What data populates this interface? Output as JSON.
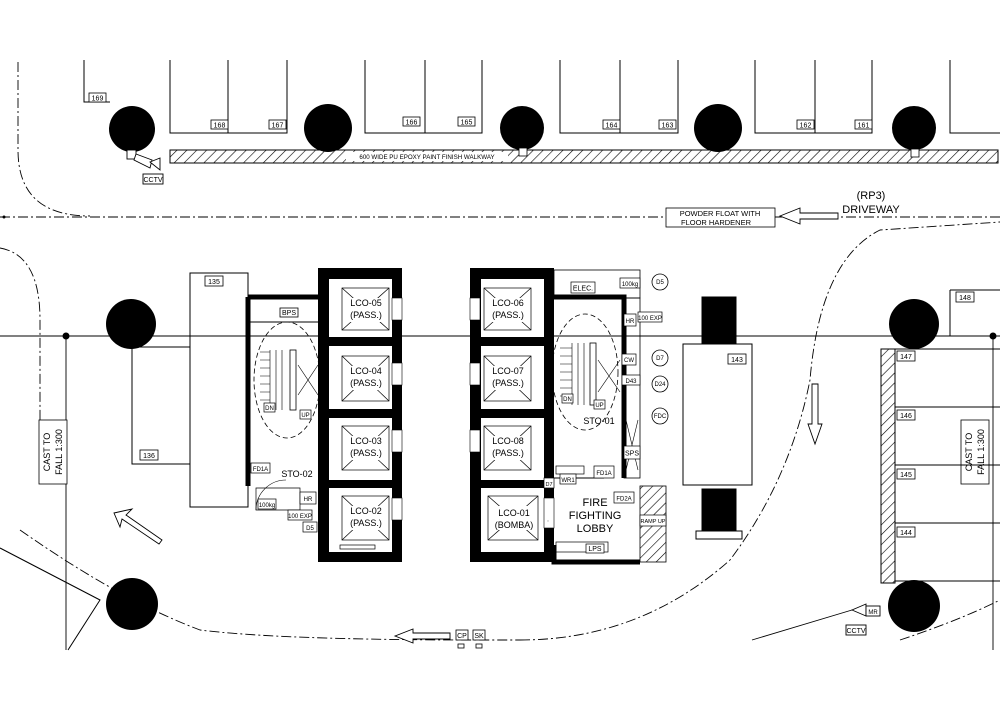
{
  "drawing": {
    "driveway": {
      "code": "(RP3)",
      "label": "DRIVEWAY"
    },
    "walkway_note": "600 WIDE PU EPOXY PAINT FINISH WALKWAY",
    "floor_note": [
      "POWDER FLOAT WITH",
      "FLOOR HARDENER"
    ],
    "cast_to_fall_left": [
      "CAST TO",
      "FALL 1:300"
    ],
    "cast_to_fall_right": [
      "CAST TO",
      "FALL 1:300"
    ],
    "cctv": [
      "CCTV",
      "CCTV"
    ],
    "parking_bays": {
      "top": [
        "169",
        "168",
        "167",
        "166",
        "165",
        "164",
        "163",
        "162",
        "161"
      ],
      "left": [
        "135",
        "136"
      ],
      "right": [
        "148",
        "147",
        "146",
        "145",
        "144",
        "143"
      ]
    },
    "lifts": {
      "left": [
        {
          "id": "LCO-05",
          "type": "(PASS.)"
        },
        {
          "id": "LCO-04",
          "type": "(PASS.)"
        },
        {
          "id": "LCO-03",
          "type": "(PASS.)"
        },
        {
          "id": "LCO-02",
          "type": "(PASS.)"
        }
      ],
      "right": [
        {
          "id": "LCO-06",
          "type": "(PASS.)"
        },
        {
          "id": "LCO-07",
          "type": "(PASS.)"
        },
        {
          "id": "LCO-08",
          "type": "(PASS.)"
        },
        {
          "id": "LCO-01",
          "type": "(BOMBA)"
        }
      ]
    },
    "rooms": {
      "stair_left": "STO-02",
      "stair_right": "STO-01",
      "fire_lobby": [
        "FIRE",
        "FIGHTING",
        "LOBBY"
      ],
      "elec": "ELEC.",
      "bps": "BPS",
      "lps": "LPS",
      "sps": "SPS",
      "hr": "HR",
      "cw": "CW",
      "wr": "WR1",
      "hrl": "HR"
    },
    "stair_marks": {
      "up": "UP",
      "dn": "DN"
    },
    "tags": {
      "fd1a_left": "FD1A",
      "fd1a_right": "FD1A",
      "fd2a": "FD2A",
      "d5": "D5",
      "d7": "D7",
      "d7b": "D7",
      "d24": "D24",
      "d5r": "D5",
      "fdc": "FDC",
      "d43": "D43",
      "h100_left": "100 EXP",
      "h100_right": "100 EXP",
      "h100a": "100kg",
      "h100b": "100kg",
      "ramp": "RAMP UP",
      "cp": "CP",
      "sk": "SK",
      "mr": "MR"
    }
  }
}
